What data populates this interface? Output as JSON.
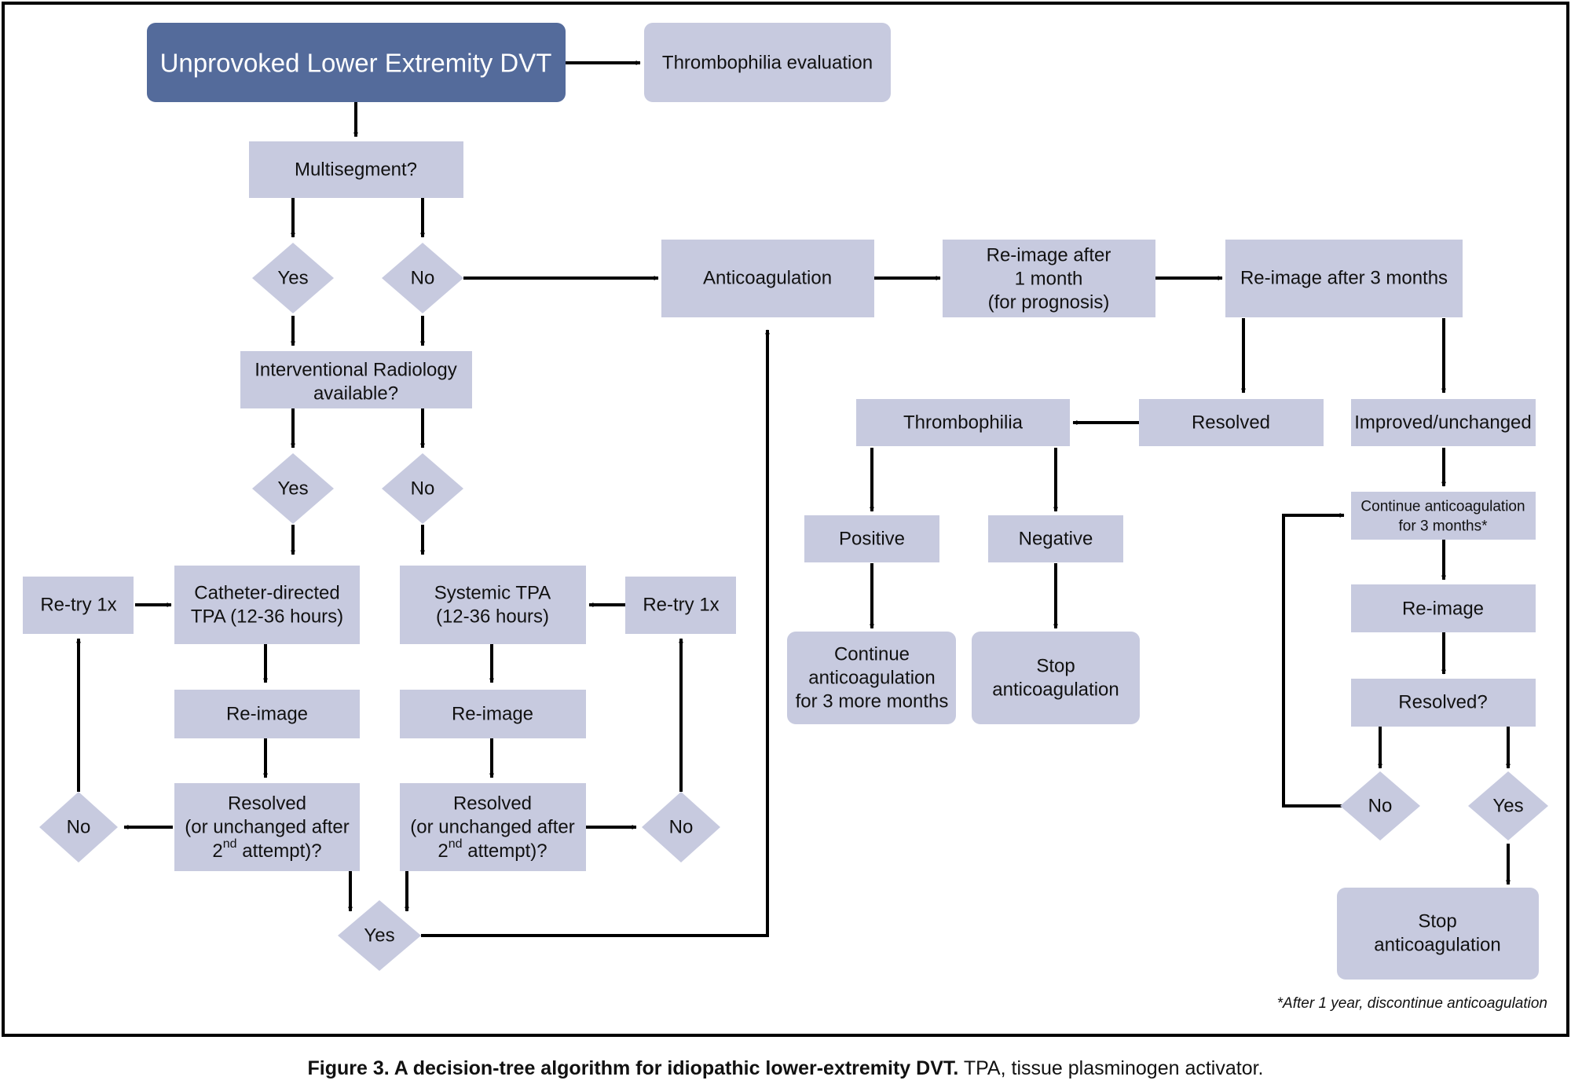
{
  "nodes": {
    "start": "Unprovoked Lower Extremity DVT",
    "thrombophilia_eval": "Thrombophilia evaluation",
    "multisegment": "Multisegment?",
    "yes_1": "Yes",
    "no_1": "No",
    "ir_available": [
      "Interventional Radiology",
      "available?"
    ],
    "yes_2": "Yes",
    "no_2": "No",
    "catheter_tpa": [
      "Catheter-directed",
      "TPA (12-36 hours)"
    ],
    "systemic_tpa": [
      "Systemic TPA",
      "(12-36 hours)"
    ],
    "retry_left": "Re-try 1x",
    "retry_right": "Re-try 1x",
    "reimage_left": "Re-image",
    "reimage_right": "Re-image",
    "resolved_left": [
      "Resolved",
      "(or unchanged after",
      "2",
      "nd",
      " attempt)?"
    ],
    "resolved_right": [
      "Resolved",
      "(or unchanged after",
      "2",
      "nd",
      " attempt)?"
    ],
    "no_left": "No",
    "no_right": "No",
    "yes_bottom": "Yes",
    "anticoagulation": "Anticoagulation",
    "reimage_1m": [
      "Re-image after",
      "1 month",
      "(for prognosis)"
    ],
    "reimage_3m": "Re-image after 3 months",
    "resolved": "Resolved",
    "improved": "Improved/unchanged",
    "thrombophilia": "Thrombophilia",
    "positive": "Positive",
    "negative": "Negative",
    "continue_3_more": [
      "Continue",
      "anticoagulation",
      "for 3 more months"
    ],
    "stop_1": [
      "Stop",
      "anticoagulation"
    ],
    "continue_3": [
      "Continue anticoagulation",
      "for 3 months*"
    ],
    "reimage_far": "Re-image",
    "resolved_q": "Resolved?",
    "no_far": "No",
    "yes_far": "Yes",
    "stop_2": [
      "Stop",
      "anticoagulation"
    ]
  },
  "footnote": "*After 1 year, discontinue anticoagulation",
  "caption": {
    "bold": "Figure 3. A decision-tree algorithm for idiopathic lower-extremity DVT.",
    "normal": " TPA, tissue plasminogen activator."
  },
  "colors": {
    "start_box": "#546b9b",
    "node_box": "#c7cadf",
    "connector": "#000000"
  }
}
